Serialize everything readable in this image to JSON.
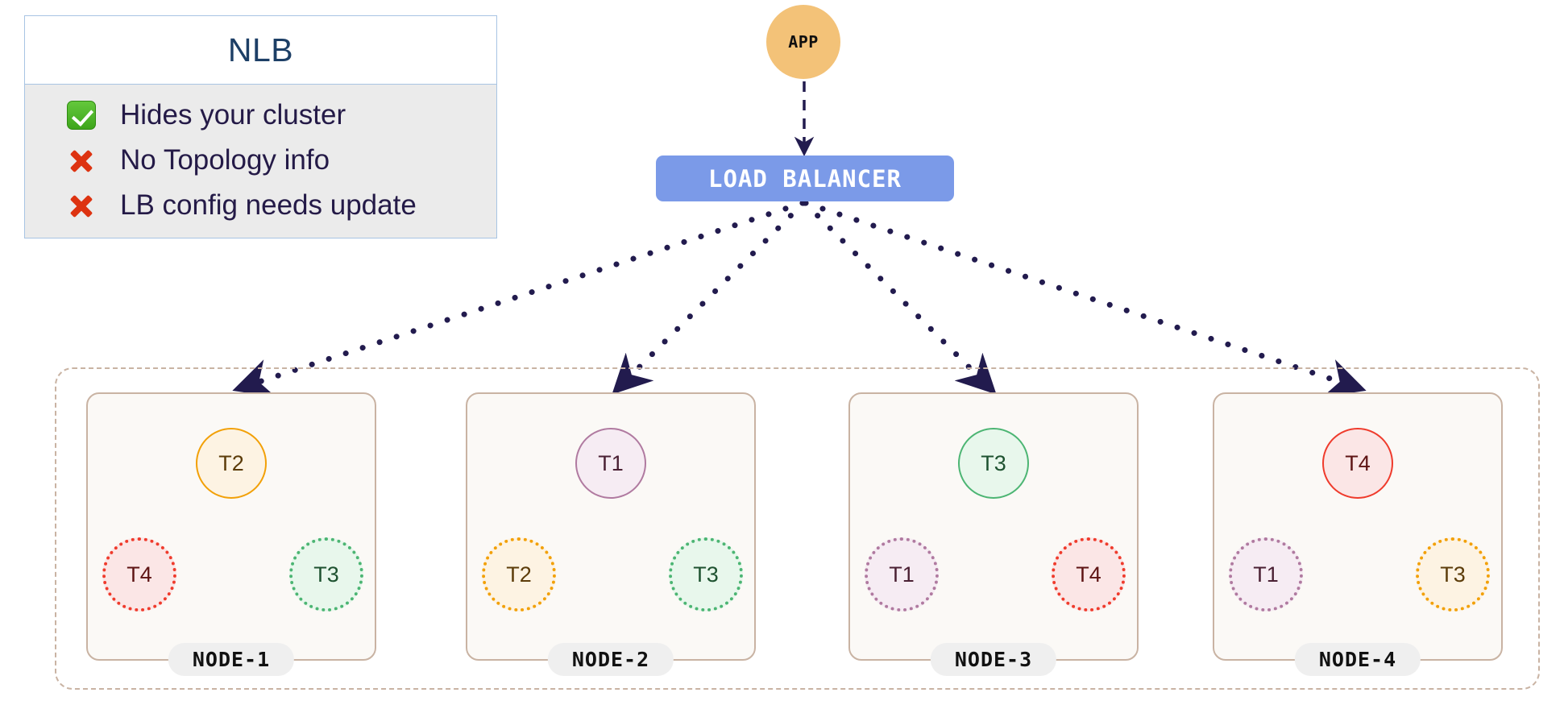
{
  "legend": {
    "title": "NLB",
    "items": [
      {
        "icon": "check-icon",
        "status": "positive",
        "label": "Hides your cluster"
      },
      {
        "icon": "cross-icon",
        "status": "negative",
        "label": "No Topology info"
      },
      {
        "icon": "cross-icon",
        "status": "negative",
        "label": "LB config needs update"
      }
    ]
  },
  "app": {
    "label": "APP"
  },
  "load_balancer": {
    "label": "LOAD  BALANCER"
  },
  "cluster": {
    "nodes": [
      {
        "label": "NODE-1",
        "primary": {
          "label": "T2",
          "color": "orange"
        },
        "replicas": [
          {
            "label": "T4",
            "color": "red"
          },
          {
            "label": "T3",
            "color": "green"
          }
        ]
      },
      {
        "label": "NODE-2",
        "primary": {
          "label": "T1",
          "color": "purple"
        },
        "replicas": [
          {
            "label": "T2",
            "color": "orange"
          },
          {
            "label": "T3",
            "color": "green"
          }
        ]
      },
      {
        "label": "NODE-3",
        "primary": {
          "label": "T3",
          "color": "green"
        },
        "replicas": [
          {
            "label": "T1",
            "color": "purple"
          },
          {
            "label": "T4",
            "color": "red"
          }
        ]
      },
      {
        "label": "NODE-4",
        "primary": {
          "label": "T4",
          "color": "red"
        },
        "replicas": [
          {
            "label": "T1",
            "color": "purple"
          },
          {
            "label": "T3",
            "color": "orange"
          }
        ]
      }
    ]
  },
  "colors": {
    "app_fill": "#f3c278",
    "lb_fill": "#7b9ae8",
    "lb_text": "#ffffff",
    "arrow": "#221b4e",
    "cluster_border": "#c9b3a3",
    "node_fill": "#fbf9f6",
    "legend_border": "#a8c4e3",
    "legend_body_bg": "#ebebeb",
    "legend_title_text": "#1d3f66",
    "legend_label_text": "#241a47",
    "check_green": "#3da51b",
    "cross_red": "#dd3311",
    "pill_bg": "#efefef",
    "task_orange": "#f2a007",
    "task_purple": "#b07aa0",
    "task_green": "#4cb573",
    "task_red": "#ef3b2c"
  }
}
